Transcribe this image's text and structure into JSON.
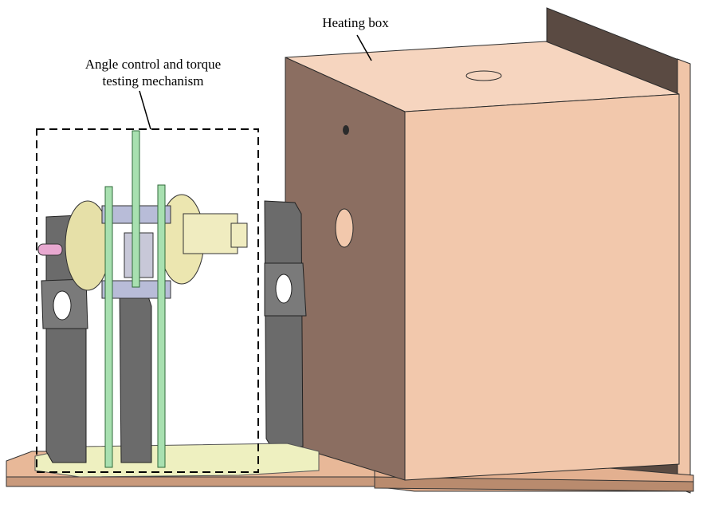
{
  "labels": {
    "heating_box": "Heating box",
    "angle_line1": "Angle control and torque",
    "angle_line2": "testing mechanism"
  },
  "colors": {
    "box_front": "#f2c8ac",
    "box_top": "#f6d5bf",
    "box_side": "#8b6e61",
    "base_plate": "#e8b898",
    "pillar": "#6b6b6b",
    "rod": "#a8e0b0",
    "disc": "#ece6b0",
    "dashed_frame": "#000000"
  }
}
